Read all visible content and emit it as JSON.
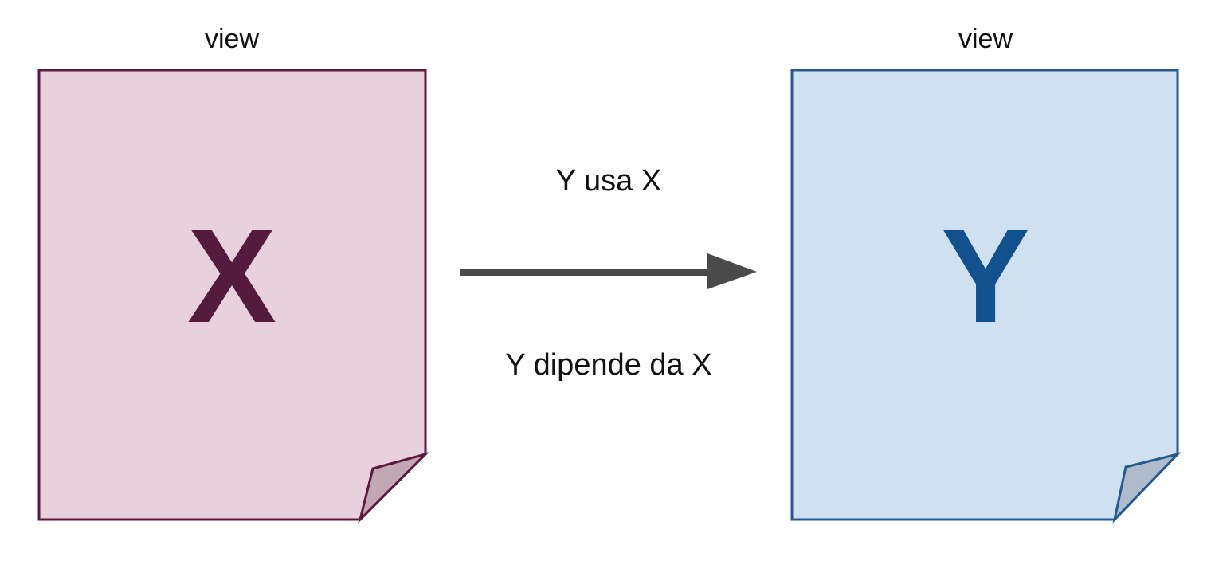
{
  "diagram": {
    "nodes": [
      {
        "id": "X",
        "label": "view",
        "letter": "X",
        "fill": "#e8d1dd",
        "stroke": "#5a1a3d",
        "fold_fill": "#c2a8b4",
        "letter_color": "#551b3c"
      },
      {
        "id": "Y",
        "label": "view",
        "letter": "Y",
        "fill": "#cfe0f1",
        "stroke": "#265a8f",
        "fold_fill": "#aebccb",
        "letter_color": "#11518e"
      }
    ],
    "edge": {
      "from": "X",
      "to": "Y",
      "label_top": "Y usa X",
      "label_bottom": "Y dipende da X",
      "color": "#4a4a4a"
    }
  }
}
